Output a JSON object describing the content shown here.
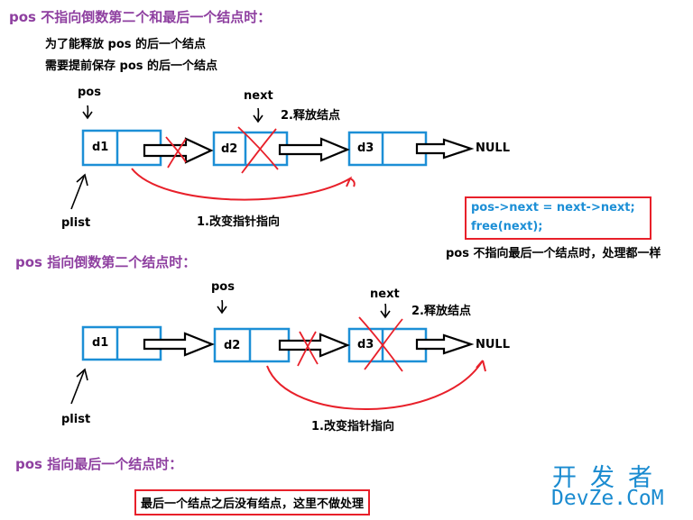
{
  "case1": {
    "heading": "pos 不指向倒数第二个和最后一个结点时：",
    "note_line1": "为了能释放 pos 的后一个结点",
    "note_line2": "需要提前保存 pos 的后一个结点",
    "pos_label": "pos",
    "next_label": "next",
    "free_label": "2.释放结点",
    "nodes": [
      "d1",
      "d2",
      "d3"
    ],
    "null_label": "NULL",
    "plist_label": "plist",
    "change_label": "1.改变指针指向",
    "code_line1": "pos->next = next->next;",
    "code_line2": "free(next);",
    "side_note": "pos 不指向最后一个结点时，处理都一样"
  },
  "case2": {
    "heading": "pos 指向倒数第二个结点时：",
    "pos_label": "pos",
    "next_label": "next",
    "free_label": "2.释放结点",
    "nodes": [
      "d1",
      "d2",
      "d3"
    ],
    "null_label": "NULL",
    "plist_label": "plist",
    "change_label": "1.改变指针指向"
  },
  "case3": {
    "heading": "pos 指向最后一个结点时：",
    "box_text": "最后一个结点之后没有结点，这里不做处理"
  },
  "watermark": {
    "line1": "开发者",
    "line2": "DevZe.CoM"
  },
  "colors": {
    "heading": "#8e3fa0",
    "node_border": "#1c8fd6",
    "red": "#e8202a",
    "code": "#1c8fd6"
  }
}
